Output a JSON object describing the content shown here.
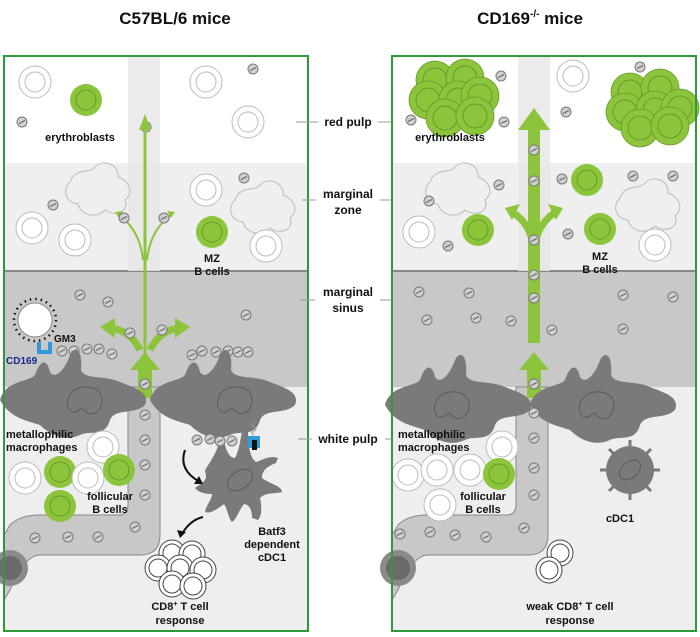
{
  "titles": {
    "left": "C57BL/6 mice",
    "right_main": "CD169",
    "right_sup": "-/-",
    "right_tail": " mice"
  },
  "zones": {
    "red_pulp": "red pulp",
    "marginal_zone_1": "marginal",
    "marginal_zone_2": "zone",
    "marginal_sinus_1": "marginal",
    "marginal_sinus_2": "sinus",
    "white_pulp": "white pulp"
  },
  "left_panel": {
    "erythroblasts": "erythroblasts",
    "mz_b_1": "MZ",
    "mz_b_2": "B cells",
    "gm3": "GM3",
    "cd169": "CD169",
    "metallophilic_1": "metallophilic",
    "metallophilic_2": "macrophages",
    "follicular_1": "follicular",
    "follicular_2": "B cells",
    "cdc1_1": "Batf3",
    "cdc1_2": "dependent",
    "cdc1_3": "cDC1",
    "tcell_1": "CD8",
    "tcell_sup": "+",
    "tcell_1b": " T cell",
    "tcell_2": "response"
  },
  "right_panel": {
    "erythroblasts": "erythroblasts",
    "mz_b_1": "MZ",
    "mz_b_2": "B cells",
    "metallophilic_1": "metallophilic",
    "metallophilic_2": "macrophages",
    "follicular_1": "follicular",
    "follicular_2": "B cells",
    "cdc1": "cDC1",
    "tcell_1a": "weak CD8",
    "tcell_sup": "+",
    "tcell_1b": " T cell",
    "tcell_2": "response"
  },
  "colors": {
    "border_green": "#2e9a3a",
    "arrow_green": "#8cc43c",
    "cell_green": "#8cc43c",
    "red_pulp_bg": "#ffffff",
    "marginal_zone_bg": "#efefef",
    "marginal_sinus_bg": "#c8c8c8",
    "white_pulp_bg": "#eeeeee",
    "macrophage_gray": "#7a7a7a",
    "cd169_blue": "#3399dd",
    "cd169_label": "#1a2a8a"
  }
}
